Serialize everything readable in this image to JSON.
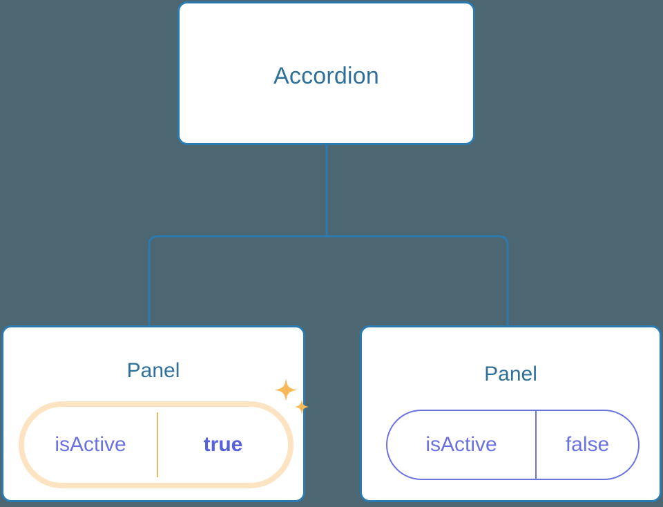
{
  "theme": {
    "background": "#4c6672",
    "card_bg": "#ffffff",
    "card_border": "#2b7ab0",
    "title_text": "#2f7099",
    "connector": "#2b7ab0",
    "pill_purple": "#6b72e0",
    "pill_value_bold": "#5861dd",
    "highlight_orange": "#f6b95c",
    "highlight_glow": "#f9d6a4",
    "sparkle": "#f8b959"
  },
  "tree": {
    "root": {
      "title": "Accordion"
    },
    "children": [
      {
        "title": "Panel",
        "highlighted": true,
        "prop": {
          "key": "isActive",
          "value": "true"
        },
        "sparkle_large_icon": "sparkle-icon",
        "sparkle_small_icon": "sparkle-icon"
      },
      {
        "title": "Panel",
        "highlighted": false,
        "prop": {
          "key": "isActive",
          "value": "false"
        }
      }
    ]
  },
  "connectors": {
    "trunk_label": "root-to-branch-trunk",
    "branch_label": "branch-bus"
  }
}
